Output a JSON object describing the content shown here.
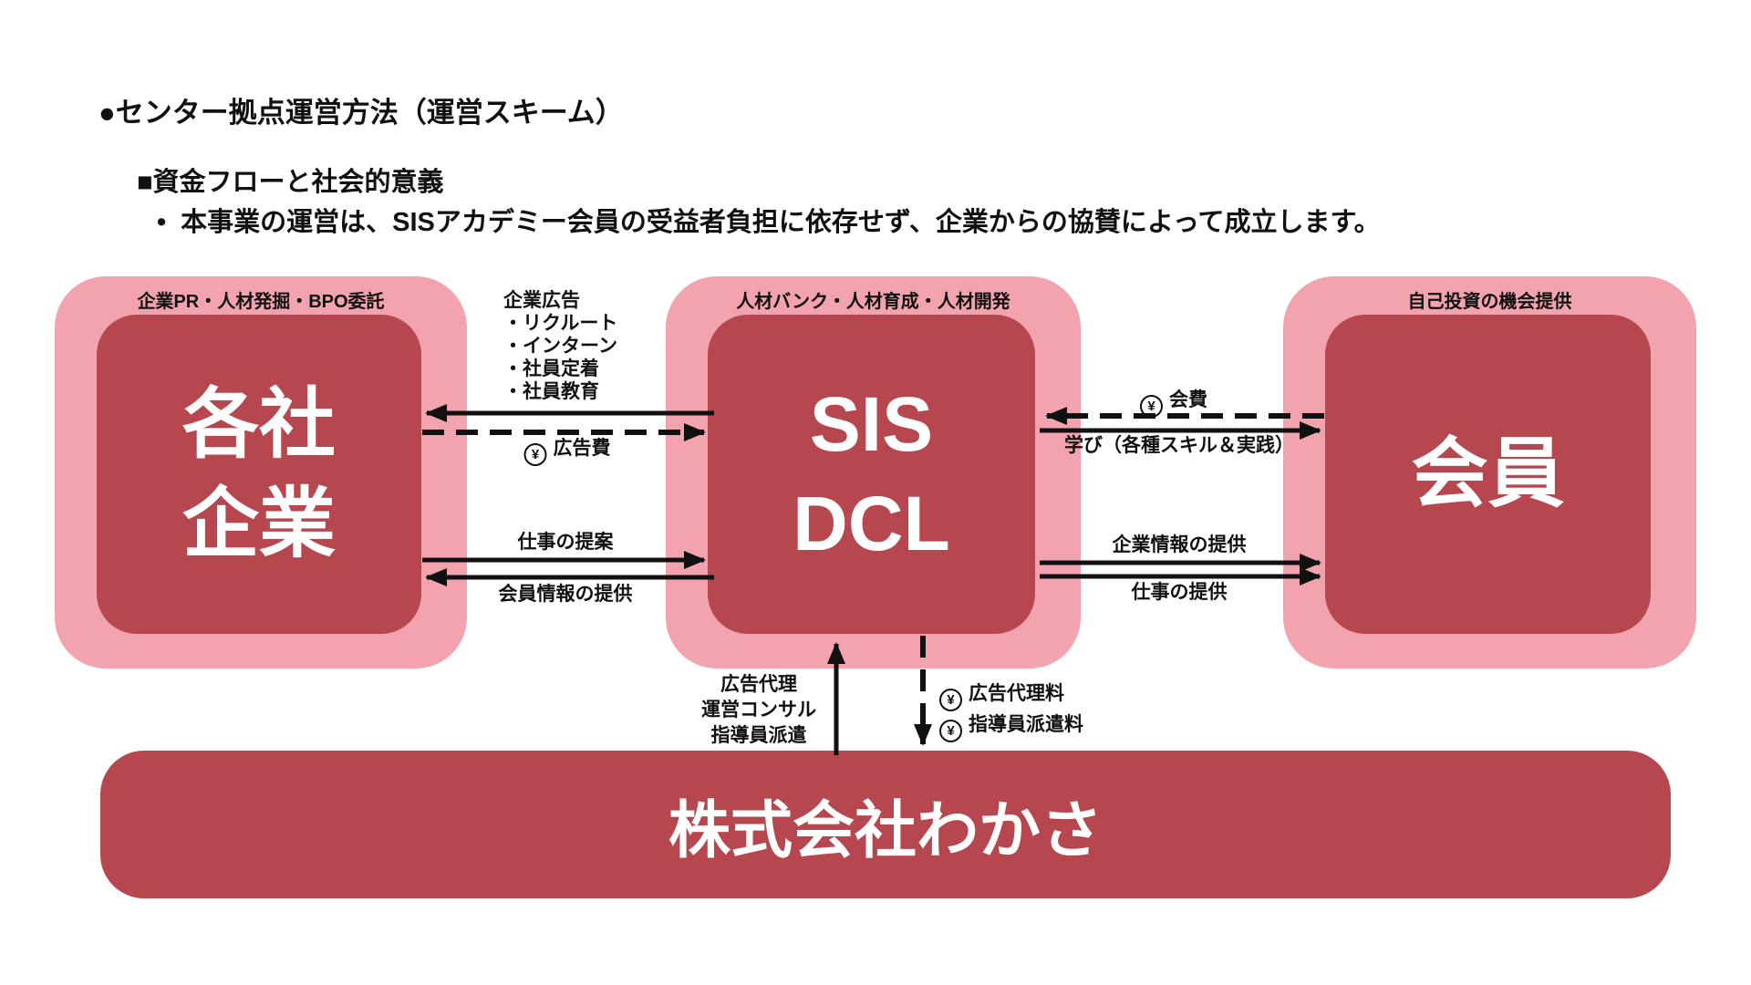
{
  "page": {
    "title": "●センター拠点運営方法（運営スキーム）",
    "subtitle": "■資金フローと社会的意義",
    "bullet_marker": "•",
    "bullet": "本事業の運営は、SISアカデミー会員の受益者負担に依存せず、企業からの協賛によって成立します。"
  },
  "colors": {
    "pink": "#f3a3ae",
    "red": "#b7474e",
    "ink": "#111111"
  },
  "boxes": {
    "companies": {
      "tag": "企業PR・人材発掘・BPO委託",
      "line1": "各社",
      "line2": "企業"
    },
    "sis": {
      "tag": "人材バンク・人材育成・人材開発",
      "line1": "SIS",
      "line2": "DCL"
    },
    "members": {
      "tag": "自己投資の機会提供",
      "line1": "会員"
    },
    "wakasa": {
      "label": "株式会社わかさ"
    }
  },
  "flows": {
    "ad_menu": {
      "title": "企業広告",
      "items": [
        "・リクルート",
        "・インターン",
        "・社員定着",
        "・社員教育"
      ]
    },
    "ad_fee": {
      "yen": "¥",
      "text": "広告費"
    },
    "job_proposal": "仕事の提案",
    "member_info": "会員情報の提供",
    "membership_fee": {
      "yen": "¥",
      "text": "会費"
    },
    "learning": "学び（各種スキル＆実践）",
    "company_info": "企業情報の提供",
    "job_offer": "仕事の提供",
    "agency": {
      "lines": [
        "広告代理",
        "運営コンサル",
        "指導員派遣"
      ]
    },
    "agency_fees": {
      "items": [
        {
          "yen": "¥",
          "text": "広告代理料"
        },
        {
          "yen": "¥",
          "text": "指導員派遣料"
        }
      ]
    }
  }
}
